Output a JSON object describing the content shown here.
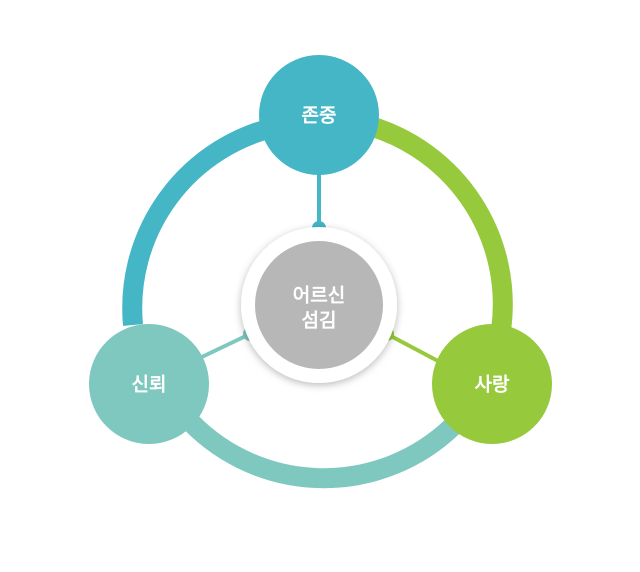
{
  "center": {
    "line1": "어르신",
    "line2": "섬김"
  },
  "nodes": [
    {
      "key": "top",
      "label": "존중"
    },
    {
      "key": "right",
      "label": "사랑"
    },
    {
      "key": "left",
      "label": "신뢰"
    }
  ],
  "colors": {
    "top": "#44b6c6",
    "right": "#97c93d",
    "left": "#7ec8c0",
    "center": "#b7b7b7",
    "center_ring": "#ffffff"
  }
}
